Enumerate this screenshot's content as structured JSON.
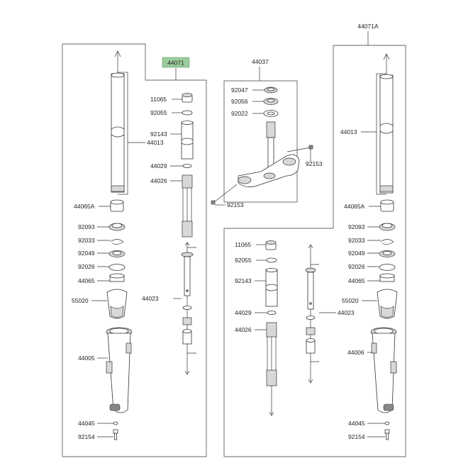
{
  "highlight_color": "#9ccc9c",
  "highlight_label": "44071",
  "kit_right_label": "44071A",
  "labels": {
    "steering": "44037",
    "l_11065": "11065",
    "l_92055": "92055",
    "l_92143": "92143",
    "l_44029": "44029",
    "l_44026": "44026",
    "l_44023": "44023",
    "l_44013": "44013",
    "l_44065A": "44065A",
    "l_92093": "92093",
    "l_92033": "92033",
    "l_92049": "92049",
    "l_92026": "92026",
    "l_44065": "44065",
    "l_55020": "55020",
    "l_44005": "44005",
    "l_44045": "44045",
    "l_92154": "92154",
    "s_92047": "92047",
    "s_92056": "92056",
    "s_92022": "92022",
    "s_92153a": "92153",
    "s_92153b": "92153",
    "r_44013": "44013",
    "r_44065A": "44065A",
    "r_92093": "92093",
    "r_92033": "92033",
    "r_92049": "92049",
    "r_92026": "92026",
    "r_44065": "44065",
    "r_55020": "55020",
    "r_44006": "44006",
    "r_44045": "44045",
    "r_92154": "92154",
    "m_11065": "11065",
    "m_92055": "92055",
    "m_92143": "92143",
    "m_44029": "44029",
    "m_44026": "44026",
    "m_44023": "44023"
  }
}
